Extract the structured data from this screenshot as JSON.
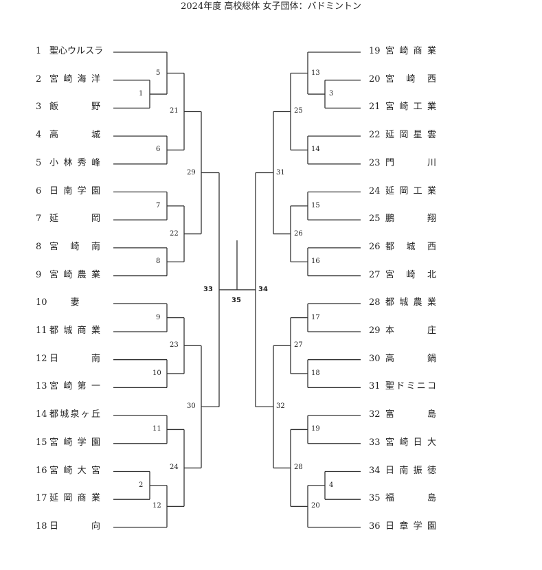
{
  "title": "2024年度 高校総体 女子団体：バドミントン",
  "left_teams": [
    {
      "no": "1",
      "name": "聖心ウルスラ"
    },
    {
      "no": "2",
      "name": "宮崎海洋"
    },
    {
      "no": "3",
      "name": "飯野"
    },
    {
      "no": "4",
      "name": "高城"
    },
    {
      "no": "5",
      "name": "小林秀峰"
    },
    {
      "no": "6",
      "name": "日南学園"
    },
    {
      "no": "7",
      "name": "延岡"
    },
    {
      "no": "8",
      "name": "宮崎南"
    },
    {
      "no": "9",
      "name": "宮崎農業"
    },
    {
      "no": "10",
      "name": "妻"
    },
    {
      "no": "11",
      "name": "都城商業"
    },
    {
      "no": "12",
      "name": "日南"
    },
    {
      "no": "13",
      "name": "宮崎第一"
    },
    {
      "no": "14",
      "name": "都城泉ヶ丘"
    },
    {
      "no": "15",
      "name": "宮崎学園"
    },
    {
      "no": "16",
      "name": "宮崎大宮"
    },
    {
      "no": "17",
      "name": "延岡商業"
    },
    {
      "no": "18",
      "name": "日向"
    }
  ],
  "right_teams": [
    {
      "no": "19",
      "name": "宮崎商業"
    },
    {
      "no": "20",
      "name": "宮崎西"
    },
    {
      "no": "21",
      "name": "宮崎工業"
    },
    {
      "no": "22",
      "name": "延岡星雲"
    },
    {
      "no": "23",
      "name": "門川"
    },
    {
      "no": "24",
      "name": "延岡工業"
    },
    {
      "no": "25",
      "name": "鵬翔"
    },
    {
      "no": "26",
      "name": "都城西"
    },
    {
      "no": "27",
      "name": "宮崎北"
    },
    {
      "no": "28",
      "name": "都城農業"
    },
    {
      "no": "29",
      "name": "本庄"
    },
    {
      "no": "30",
      "name": "高鍋"
    },
    {
      "no": "31",
      "name": "聖ドミニコ"
    },
    {
      "no": "32",
      "name": "富島"
    },
    {
      "no": "33",
      "name": "宮崎日大"
    },
    {
      "no": "34",
      "name": "日南振徳"
    },
    {
      "no": "35",
      "name": "福島"
    },
    {
      "no": "36",
      "name": "日章学園"
    }
  ],
  "matches": {
    "m1": "1",
    "m2": "2",
    "m3": "3",
    "m4": "4",
    "m5": "5",
    "m6": "6",
    "m7": "7",
    "m8": "8",
    "m9": "9",
    "m10": "10",
    "m11": "11",
    "m12": "12",
    "m13": "13",
    "m14": "14",
    "m15": "15",
    "m16": "16",
    "m17": "17",
    "m18": "18",
    "m19": "19",
    "m20": "20",
    "m21": "21",
    "m22": "22",
    "m23": "23",
    "m24": "24",
    "m25": "25",
    "m26": "26",
    "m27": "27",
    "m28": "28",
    "m29": "29",
    "m30": "30",
    "m31": "31",
    "m32": "32",
    "m33": "33",
    "m34": "34",
    "m35": "35"
  }
}
